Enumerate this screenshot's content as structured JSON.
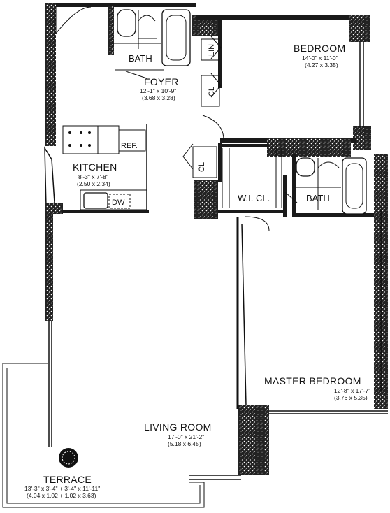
{
  "rooms": {
    "bedroom": {
      "name": "BEDROOM",
      "dim_ft": "14'-0\" x 11'-0\"",
      "dim_m": "(4.27 x 3.35)"
    },
    "foyer": {
      "name": "FOYER",
      "dim_ft": "12'-1\" x 10'-9\"",
      "dim_m": "(3.68 x 3.28)"
    },
    "kitchen": {
      "name": "KITCHEN",
      "dim_ft": "8'-3\" x 7'-8\"",
      "dim_m": "(2.50 x 2.34)"
    },
    "master_bedroom": {
      "name": "MASTER BEDROOM",
      "dim_ft": "12'-8\" x 17'-7\"",
      "dim_m": "(3.76 x 5.35)"
    },
    "living_room": {
      "name": "LIVING ROOM",
      "dim_ft": "17'-0\" x 21'-2\"",
      "dim_m": "(5.18 x 6.45)"
    },
    "terrace": {
      "name": "TERRACE",
      "dim_ft": "13'-3\" x 3'-4\" + 3'-4\" x 11'-11\"",
      "dim_m": "(4.04 x 1.02 + 1.02 x 3.63)"
    }
  },
  "labels": {
    "bath_top": "BATH",
    "bath_right": "BATH",
    "wi_cl": "W.I. CL.",
    "ref": "REF.",
    "dw": "DW",
    "lin": "LIN",
    "cl_foyer": "CL",
    "cl_hall": "CL"
  }
}
